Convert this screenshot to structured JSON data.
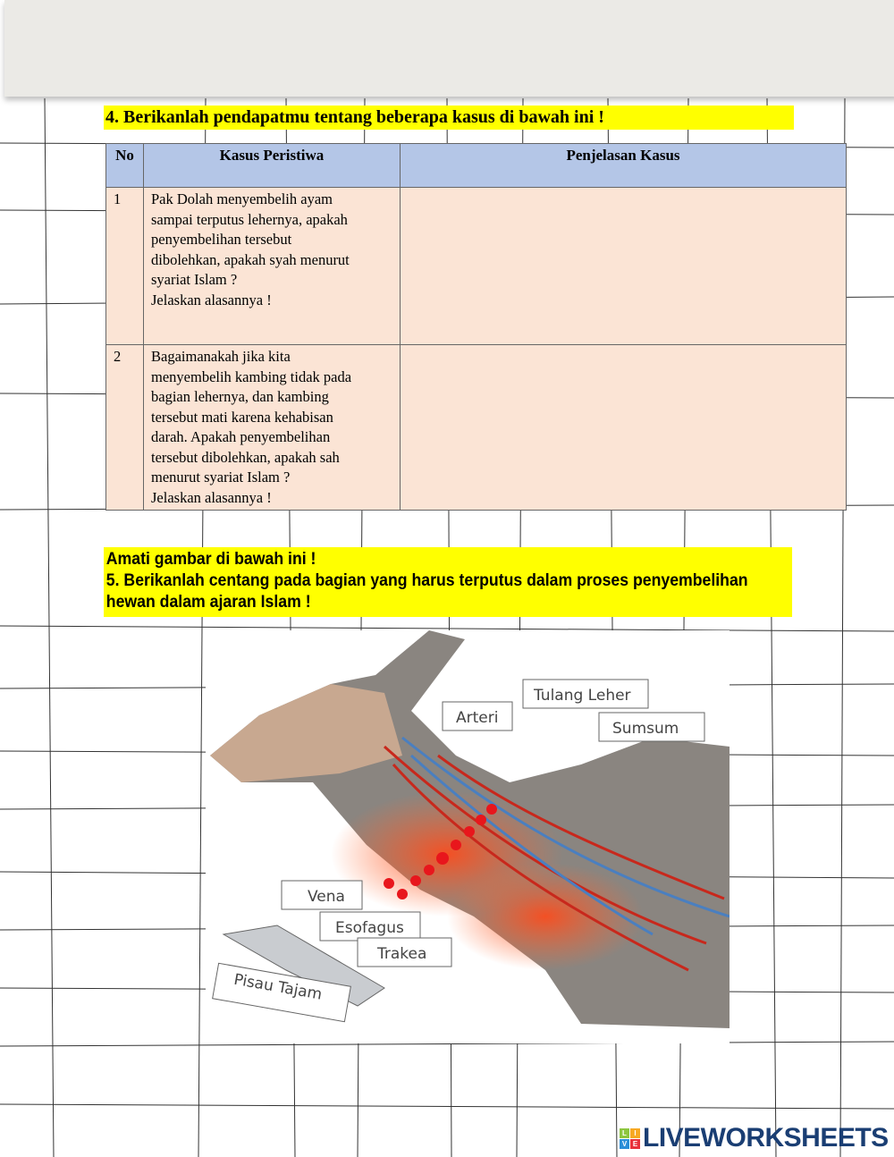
{
  "question4": {
    "title": "4. Berikanlah pendapatmu tentang beberapa kasus di bawah ini !",
    "headers": [
      "No",
      "Kasus Peristiwa",
      "Penjelasan Kasus"
    ],
    "rows": [
      {
        "no": "1",
        "case_lines": [
          "Pak Dolah menyembelih ayam",
          "sampai terputus lehernya, apakah",
          "penyembelihan tersebut",
          "dibolehkan, apakah syah menurut",
          "syariat Islam ?",
          "Jelaskan alasannya !"
        ],
        "answer": ""
      },
      {
        "no": "2",
        "case_lines": [
          "Bagaimanakah jika kita",
          "menyembelih kambing tidak pada",
          "bagian lehernya, dan kambing",
          "tersebut mati karena kehabisan",
          "darah. Apakah penyembelihan",
          "tersebut dibolehkan, apakah sah",
          "menurut syariat Islam ?",
          "Jelaskan alasannya !"
        ],
        "answer": ""
      }
    ]
  },
  "question5": {
    "line1": "Amati gambar di bawah ini !",
    "line2": "5. Berikanlah centang pada bagian yang harus terputus dalam proses penyembelihan",
    "line3": "hewan dalam ajaran Islam !"
  },
  "figure": {
    "labels": {
      "tulang_leher": "Tulang Leher",
      "arteri": "Arteri",
      "sumsum": "Sumsum",
      "vena": "Vena",
      "esofagus": "Esofagus",
      "trakea": "Trakea",
      "pisau": "Pisau Tajam"
    }
  },
  "logo": {
    "text": "LIVEWORKSHEETS",
    "cube": [
      "L",
      "I",
      "V",
      "E"
    ]
  }
}
